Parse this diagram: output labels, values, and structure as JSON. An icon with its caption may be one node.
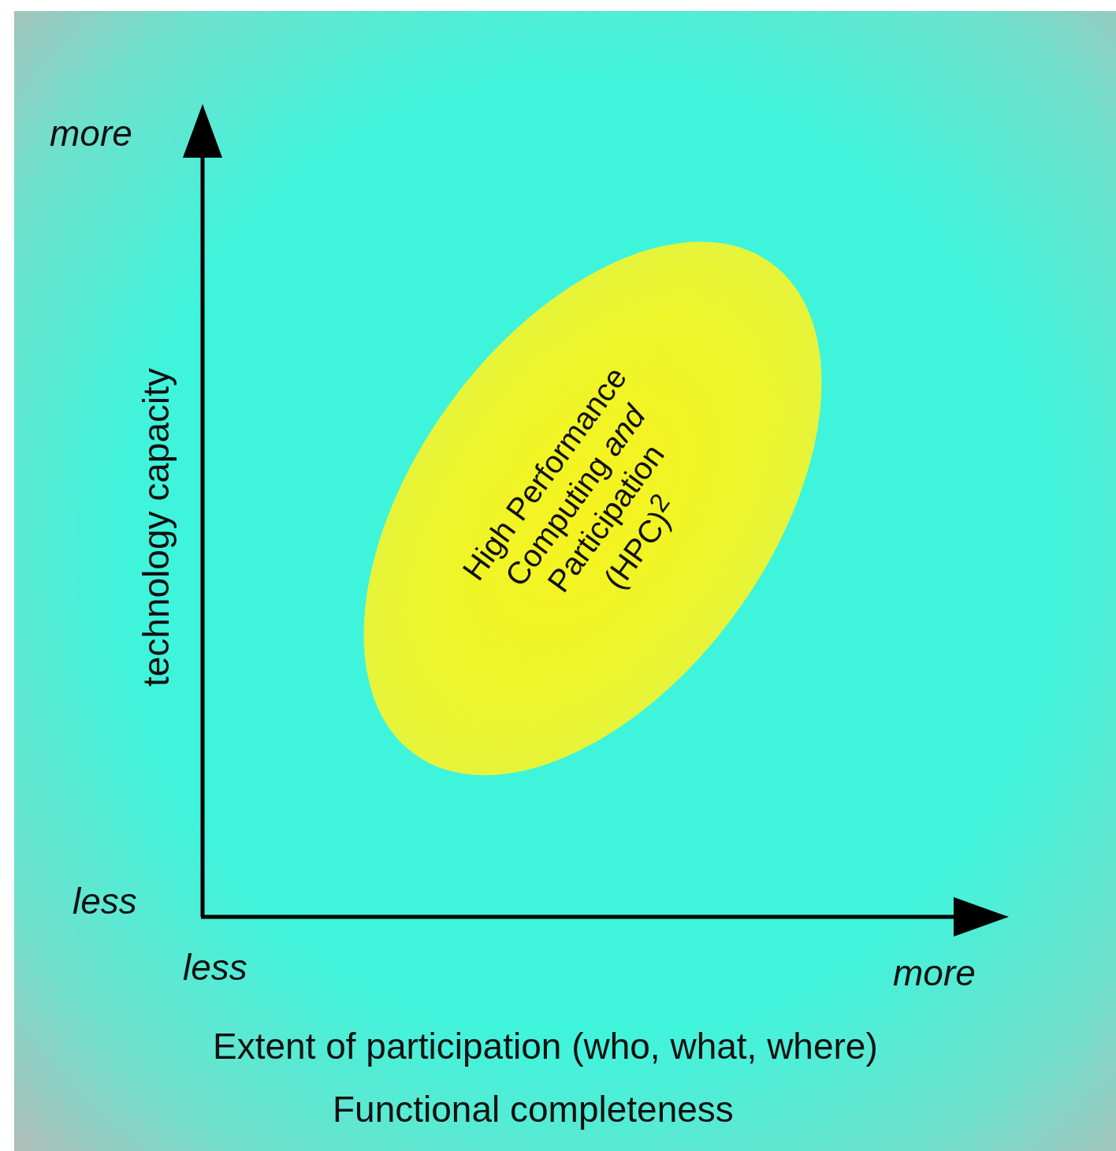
{
  "diagram": {
    "nodes": [
      {
        "text": [
          "High Performance Computing *and* Participation (HPC)$^{2}$"
        ]
      }
    ],
    "edges": [],
    "labels": [
      "more",
      "technology capacity",
      "less",
      "less",
      "more",
      "Extent of participation (who, what, where)",
      "Functional completeness"
    ]
  }
}
